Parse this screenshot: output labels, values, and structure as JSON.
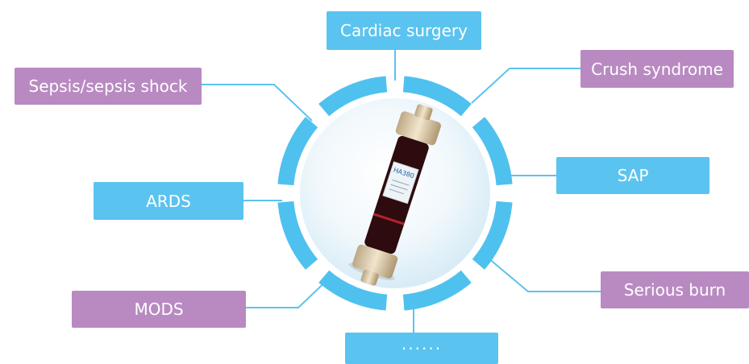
{
  "diagram": {
    "labels": {
      "cardiac": "Cardiac surgery",
      "crush": "Crush syndrome",
      "sepsis": "Sepsis/sepsis shock",
      "sap": "SAP",
      "ards": "ARDS",
      "burn": "Serious burn",
      "mods": "MODS",
      "more": "······"
    },
    "cartridge_text": "HA380"
  },
  "colors": {
    "blue": "#5bc3ef",
    "purple": "#b98ac2",
    "line": "#5bc3ef",
    "ring": "#4fc1ef"
  }
}
